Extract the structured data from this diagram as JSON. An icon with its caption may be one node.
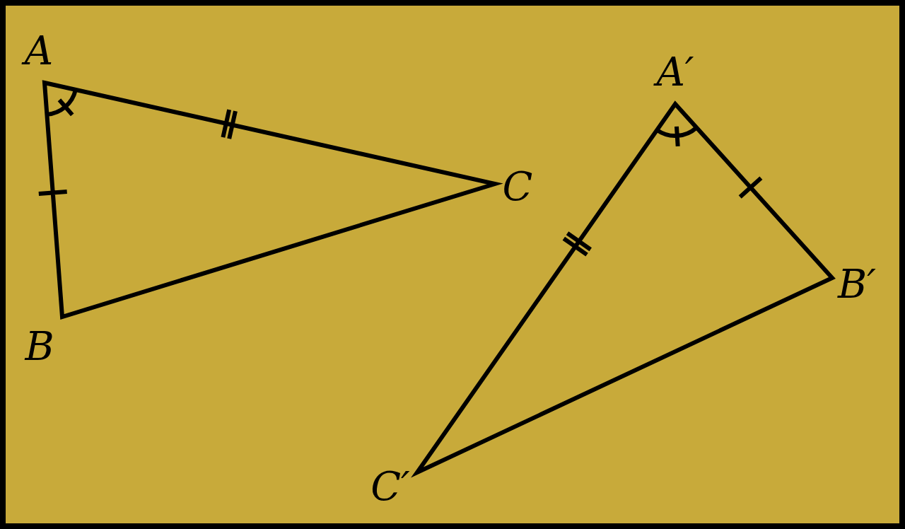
{
  "diagram": {
    "labels": [
      "A",
      "C",
      "B",
      "A′",
      "B′",
      "C′"
    ]
  }
}
